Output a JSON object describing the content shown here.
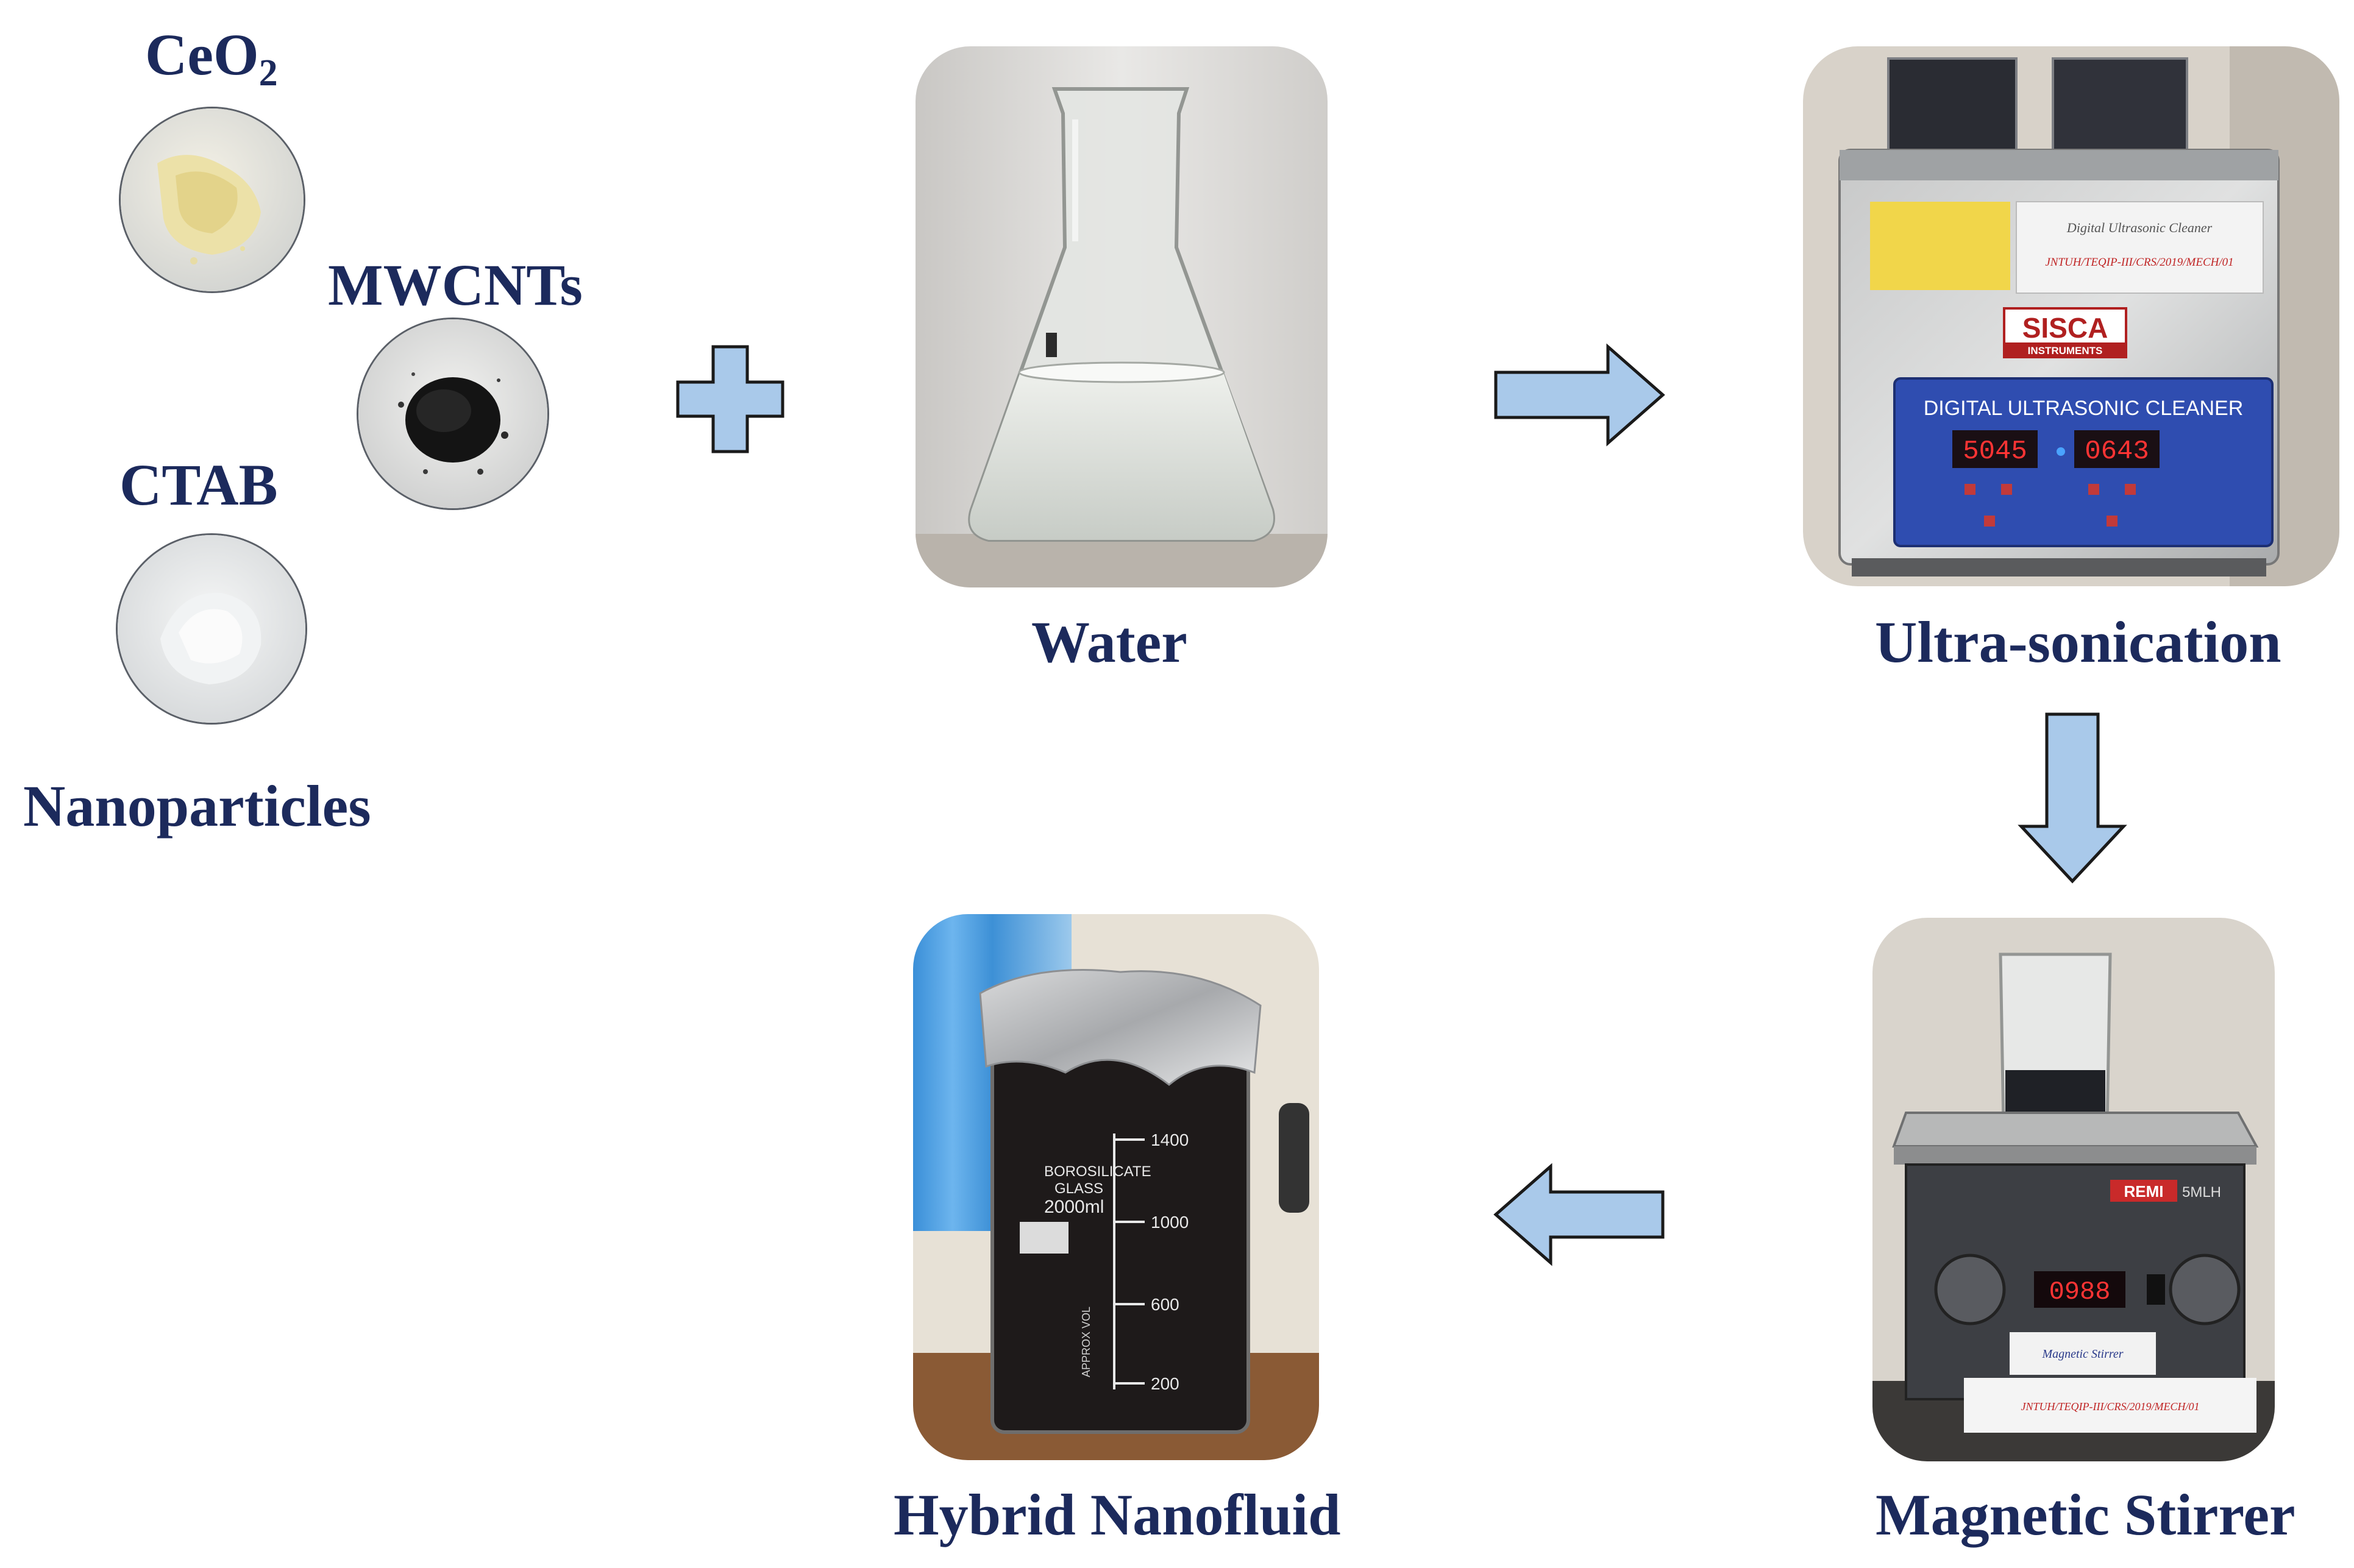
{
  "nanoparticles": {
    "ceo2_label": "CeO",
    "ceo2_subscript": "2",
    "mwcnts_label": "MWCNTs",
    "ctab_label": "CTAB",
    "group_label": "Nanoparticles"
  },
  "steps": {
    "water": "Water",
    "ultrasonication": "Ultra-sonication",
    "magnetic_stirrer": "Magnetic Stirrer",
    "hybrid_nanofluid": "Hybrid Nanofluid"
  },
  "cleaner": {
    "panel_text": "DIGITAL ULTRASONIC CLEANER",
    "brand": "SISCA",
    "brand_sub": "INSTRUMENTS",
    "display_left": "5045",
    "display_right": "0643",
    "tag_title": "Digital Ultrasonic Cleaner",
    "tag_id": "JNTUH/TEQIP-III/CRS/2019/MECH/01"
  },
  "stirrer": {
    "brand": "REMI",
    "model": "5MLH",
    "display": "0988",
    "tag_title": "Magnetic Stirrer",
    "tag_id": "JNTUH/TEQIP-III/CRS/2019/MECH/01"
  },
  "beaker": {
    "print_1": "BOROSILICATE",
    "print_2": "GLASS",
    "print_3": "2000ml",
    "approx": "APPROX VOL",
    "marks": [
      "1400",
      "1000",
      "600",
      "200"
    ]
  },
  "colors": {
    "label_text": "#1c2a5c",
    "arrow_fill": "#a9c9ea",
    "arrow_stroke": "#1a1a1a"
  }
}
